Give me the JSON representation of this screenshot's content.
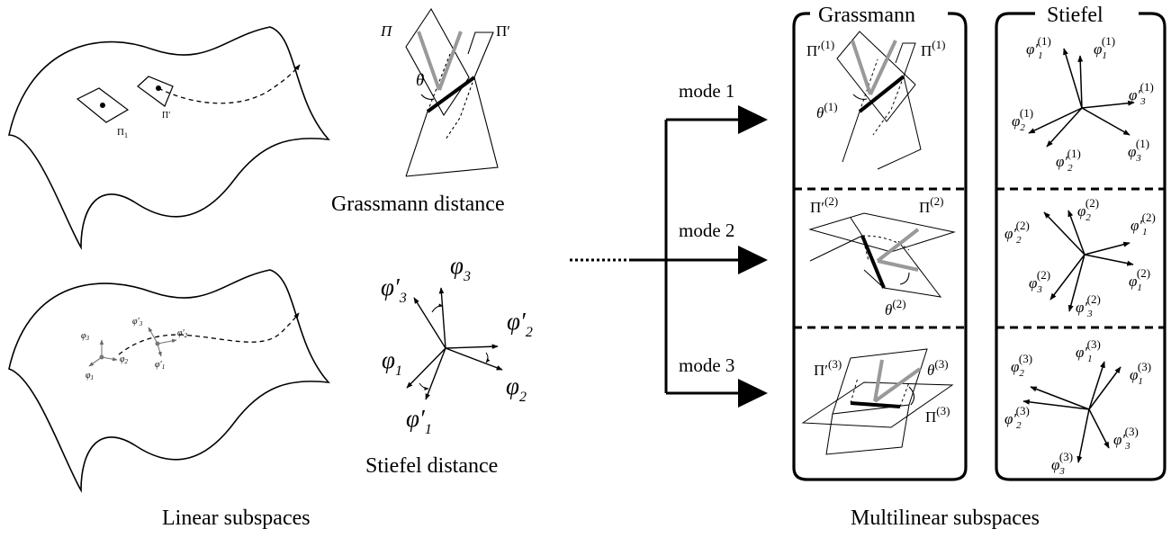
{
  "left": {
    "caption": "Linear subspaces",
    "top_manifold": {
      "plane_a": "Π",
      "plane_a_sub": "1",
      "plane_b": "Π′"
    },
    "bottom_manifold": {
      "phi3": "φ",
      "phi3_sub": "3",
      "phi3p": "φ′",
      "phi3p_sub": "3",
      "phi2": "φ",
      "phi2_sub": "2",
      "phi2p": "φ′",
      "phi2p_sub": "2",
      "phi1": "φ",
      "phi1_sub": "1",
      "phi1p": "φ′",
      "phi1p_sub": "1"
    },
    "grassmann": {
      "plane_a": "Π",
      "plane_b": "Π′",
      "angle": "θ",
      "caption": "Grassmann distance"
    },
    "stiefel": {
      "phi3p": "φ′",
      "phi3p_sub": "3",
      "phi3": "φ",
      "phi3_sub": "3",
      "phi2p": "φ′",
      "phi2p_sub": "2",
      "phi1": "φ",
      "phi1_sub": "1",
      "phi2": "φ",
      "phi2_sub": "2",
      "phi1p": "φ′",
      "phi1p_sub": "1",
      "caption": "Stiefel distance"
    }
  },
  "modes": [
    "mode 1",
    "mode 2",
    "mode 3"
  ],
  "right": {
    "caption": "Multilinear subspaces",
    "grassmann_title": "Grassmann",
    "stiefel_title": "Stiefel",
    "grassmann_panels": [
      {
        "plane_a": "Π′",
        "plane_b": "Π",
        "angle": "θ",
        "sup": "(1)"
      },
      {
        "plane_a": "Π′",
        "plane_b": "Π",
        "angle": "θ",
        "sup": "(2)"
      },
      {
        "plane_a": "Π′",
        "plane_b": "Π",
        "angle": "θ",
        "sup": "(3)"
      }
    ],
    "stiefel_panels": [
      {
        "labels": [
          "φ′1",
          "φ1",
          "φ′3",
          "φ2",
          "φ3",
          "φ′2"
        ],
        "sup": "(1)"
      },
      {
        "labels": [
          "φ2",
          "φ′2",
          "φ′1",
          "φ3",
          "φ1",
          "φ′3"
        ],
        "sup": "(2)"
      },
      {
        "labels": [
          "φ′1",
          "φ2",
          "φ1",
          "φ′2",
          "φ′3",
          "φ3"
        ],
        "sup": "(3)"
      }
    ]
  }
}
